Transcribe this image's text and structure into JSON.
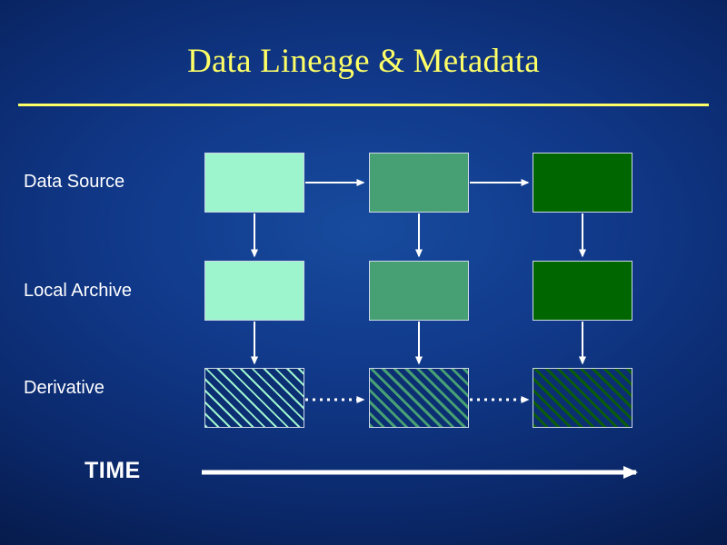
{
  "slide": {
    "title": "Data Lineage & Metadata",
    "title_color": "#ffff66",
    "background_colors": [
      "#174b9e",
      "#03102f"
    ]
  },
  "row_labels": [
    {
      "id": "data-source",
      "label": "Data Source"
    },
    {
      "id": "local-archive",
      "label": "Local Archive"
    },
    {
      "id": "derivative",
      "label": "Derivative"
    }
  ],
  "axis": {
    "label": "TIME",
    "direction": "left-to-right",
    "arrow_color": "#ffffff"
  },
  "diagram": {
    "columns": 3,
    "rows": 3,
    "box_colors": {
      "light": "#9df5cd",
      "mid": "#46a073",
      "dark": "#006600"
    },
    "boxes": [
      {
        "row": "data-source",
        "column": 1,
        "style": "solid",
        "shade": "light"
      },
      {
        "row": "data-source",
        "column": 2,
        "style": "solid",
        "shade": "mid"
      },
      {
        "row": "data-source",
        "column": 3,
        "style": "solid",
        "shade": "dark"
      },
      {
        "row": "local-archive",
        "column": 1,
        "style": "solid",
        "shade": "light"
      },
      {
        "row": "local-archive",
        "column": 2,
        "style": "solid",
        "shade": "mid"
      },
      {
        "row": "local-archive",
        "column": 3,
        "style": "solid",
        "shade": "dark"
      },
      {
        "row": "derivative",
        "column": 1,
        "style": "hatched",
        "shade": "light"
      },
      {
        "row": "derivative",
        "column": 2,
        "style": "hatched",
        "shade": "mid"
      },
      {
        "row": "derivative",
        "column": 3,
        "style": "hatched",
        "shade": "dark"
      }
    ],
    "connectors": [
      {
        "from": "data-source-1",
        "to": "data-source-2",
        "style": "solid",
        "orientation": "horizontal"
      },
      {
        "from": "data-source-2",
        "to": "data-source-3",
        "style": "solid",
        "orientation": "horizontal"
      },
      {
        "from": "data-source-1",
        "to": "local-archive-1",
        "style": "solid",
        "orientation": "vertical"
      },
      {
        "from": "data-source-2",
        "to": "local-archive-2",
        "style": "solid",
        "orientation": "vertical"
      },
      {
        "from": "data-source-3",
        "to": "local-archive-3",
        "style": "solid",
        "orientation": "vertical"
      },
      {
        "from": "local-archive-1",
        "to": "derivative-1",
        "style": "solid",
        "orientation": "vertical"
      },
      {
        "from": "local-archive-2",
        "to": "derivative-2",
        "style": "solid",
        "orientation": "vertical"
      },
      {
        "from": "local-archive-3",
        "to": "derivative-3",
        "style": "solid",
        "orientation": "vertical"
      },
      {
        "from": "derivative-1",
        "to": "derivative-2",
        "style": "dotted",
        "orientation": "horizontal"
      },
      {
        "from": "derivative-2",
        "to": "derivative-3",
        "style": "dotted",
        "orientation": "horizontal"
      }
    ]
  }
}
